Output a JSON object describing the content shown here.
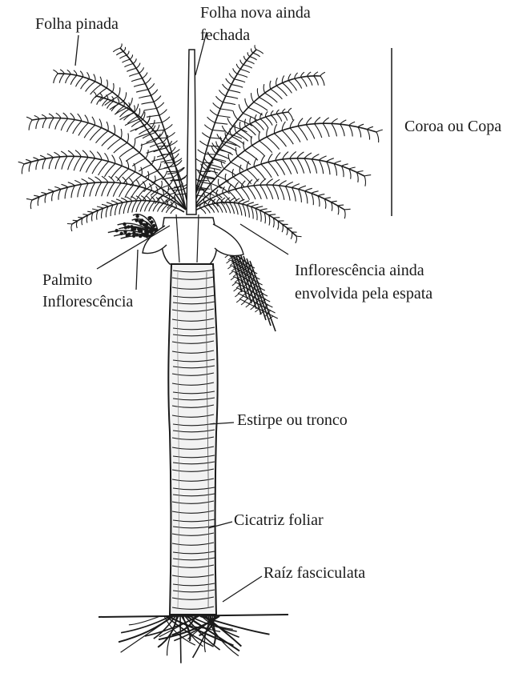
{
  "labels": {
    "folha_pinada": "Folha pinada",
    "folha_nova_line1": "Folha nova ainda",
    "folha_nova_line2": "fechada",
    "coroa": "Coroa ou Copa",
    "palmito": "Palmito",
    "inflorescencia": "Inflorescência",
    "inflorescencia_espata_line1": "Inflorescência ainda",
    "inflorescencia_espata_line2": "envolvida pela espata",
    "estirpe": "Estirpe ou tronco",
    "cicatriz": "Cicatriz foliar",
    "raiz": "Raíz fasciculata"
  },
  "colors": {
    "ink": "#1a1a1a",
    "trunk_fill": "#f2f2f2",
    "background": "#ffffff"
  }
}
